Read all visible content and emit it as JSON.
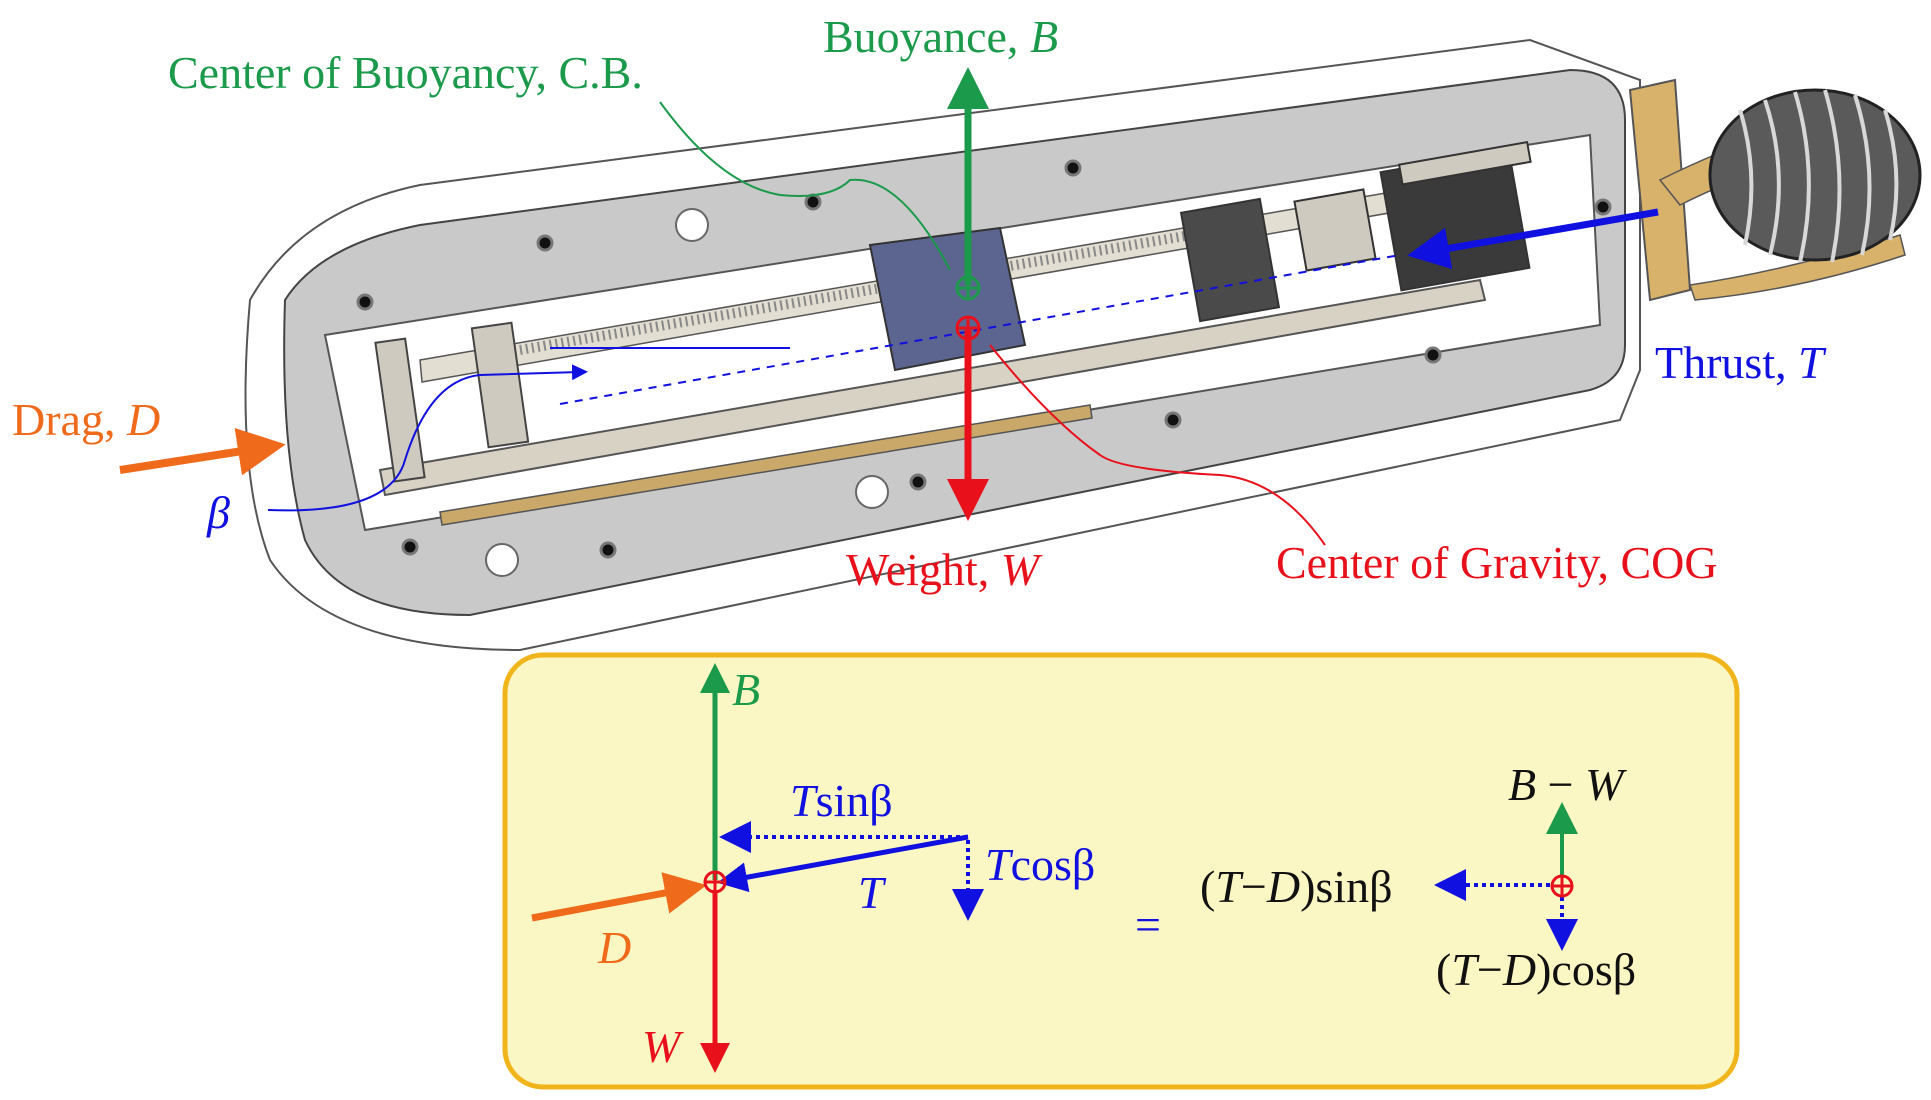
{
  "colors": {
    "green": "#1a9a4a",
    "red": "#e8101a",
    "blue": "#1010e0",
    "orange": "#ef6a1a",
    "panel_fill": "#fbf7c4",
    "panel_border": "#f1b51c",
    "hull_fill": "#c9c9c9",
    "hull_outline": "#444444",
    "hull_cavity": "#ffffff",
    "ballast_block": "#5b6590",
    "rail": "#d8d2c4",
    "rail_gold": "#c9a86a",
    "thruster_mount": "#d8b26a"
  },
  "top": {
    "buoyancy": {
      "text": "Buoyance, ",
      "sym": "B"
    },
    "cb": {
      "text": "Center of Buoyancy, C.B."
    },
    "thrust": {
      "text": "Thrust, ",
      "sym": "T"
    },
    "drag": {
      "text": "Drag, ",
      "sym": "D"
    },
    "beta": {
      "sym": "β"
    },
    "weight": {
      "text": "Weight, ",
      "sym": "W"
    },
    "cog": {
      "text": "Center of Gravity, COG"
    }
  },
  "panel": {
    "b": "B",
    "w": "W",
    "t": "T",
    "d": "D",
    "tsin": {
      "sym": "T",
      "rest": "sinβ"
    },
    "tcos": {
      "sym": "T",
      "rest": "cosβ"
    },
    "equals": "=",
    "bw": {
      "b": "B",
      "minus": " − ",
      "w": "W"
    },
    "tdsin": {
      "p1": "(",
      "t": "T",
      "minus": "−",
      "d": "D",
      "rest": ")sinβ"
    },
    "tdcos": {
      "p1": "(",
      "t": "T",
      "minus": "−",
      "d": "D",
      "rest": ")cosβ"
    }
  }
}
